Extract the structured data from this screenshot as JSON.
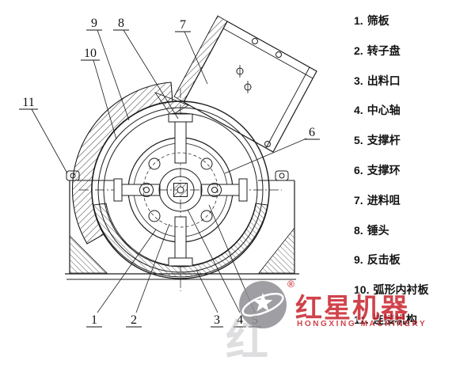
{
  "legend": {
    "items": [
      {
        "num": "1.",
        "label": "筛板"
      },
      {
        "num": "2.",
        "label": "转子盘"
      },
      {
        "num": "3.",
        "label": "出料口"
      },
      {
        "num": "4.",
        "label": "中心轴"
      },
      {
        "num": "5.",
        "label": "支撑杆"
      },
      {
        "num": "6.",
        "label": "支撑环"
      },
      {
        "num": "7.",
        "label": "进料咀"
      },
      {
        "num": "8.",
        "label": "锤头"
      },
      {
        "num": "9.",
        "label": "反击板"
      },
      {
        "num": "10.",
        "label": "弧形内衬板"
      },
      {
        "num": "11.",
        "label": "连接机构"
      }
    ]
  },
  "callouts": [
    "1",
    "2",
    "3",
    "4",
    "5",
    "6",
    "7",
    "8",
    "9",
    "10",
    "11"
  ],
  "watermark": {
    "registered": "®",
    "brand_cn": "红星机器",
    "brand_en": "HONGXING MACHINERY",
    "ghost_char": "红",
    "red": "#c8232c",
    "grey": "#8f8f93"
  },
  "colors": {
    "line": "#1c1c1c",
    "background": "#ffffff"
  }
}
